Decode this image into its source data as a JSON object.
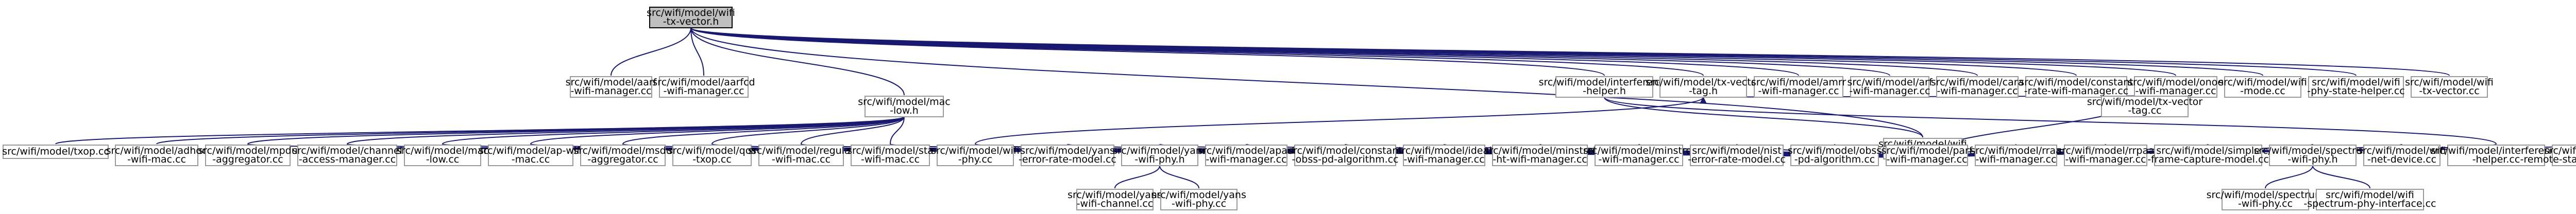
{
  "graph": {
    "root": "wifi-vector-h",
    "nodes": [
      {
        "id": "wifi-vector-h",
        "label": [
          "src/wifi/model/wifi",
          "-tx-vector.h"
        ],
        "root": true
      },
      {
        "id": "aarf-wifi-manager-cc",
        "label": [
          "src/wifi/model/aarf",
          "-wifi-manager.cc"
        ]
      },
      {
        "id": "aarfcd-wifi-manager-cc",
        "label": [
          "src/wifi/model/aarfcd",
          "-wifi-manager.cc"
        ]
      },
      {
        "id": "mac-low-h",
        "label": [
          "src/wifi/model/mac",
          "-low.h"
        ]
      },
      {
        "id": "interference-helper-h",
        "label": [
          "src/wifi/model/interference",
          "-helper.h"
        ]
      },
      {
        "id": "tx-vector-tag-h",
        "label": [
          "src/wifi/model/tx-vector",
          "-tag.h"
        ]
      },
      {
        "id": "amrr-wifi-manager-cc",
        "label": [
          "src/wifi/model/amrr",
          "-wifi-manager.cc"
        ]
      },
      {
        "id": "arf-wifi-manager-cc",
        "label": [
          "src/wifi/model/arf",
          "-wifi-manager.cc"
        ]
      },
      {
        "id": "cara-wifi-manager-cc",
        "label": [
          "src/wifi/model/cara",
          "-wifi-manager.cc"
        ]
      },
      {
        "id": "constant-rate-wifi-manager-cc",
        "label": [
          "src/wifi/model/constant",
          "-rate-wifi-manager.cc"
        ]
      },
      {
        "id": "onoe-wifi-manager-cc",
        "label": [
          "src/wifi/model/onoe",
          "-wifi-manager.cc"
        ]
      },
      {
        "id": "wifi-mode-cc",
        "label": [
          "src/wifi/model/wifi",
          "-mode.cc"
        ]
      },
      {
        "id": "wifi-phy-state-helper-cc",
        "label": [
          "src/wifi/model/wifi",
          "-phy-state-helper.cc"
        ]
      },
      {
        "id": "wifi-tx-vector-cc",
        "label": [
          "src/wifi/model/wifi",
          "-tx-vector.cc"
        ]
      },
      {
        "id": "txop-cc",
        "label": [
          "src/wifi/model/txop.cc"
        ]
      },
      {
        "id": "adhoc-wifi-mac-cc",
        "label": [
          "src/wifi/model/adhoc",
          "-wifi-mac.cc"
        ]
      },
      {
        "id": "mpdu-aggregator-cc",
        "label": [
          "src/wifi/model/mpdu",
          "-aggregator.cc"
        ]
      },
      {
        "id": "channel-access-manager-cc",
        "label": [
          "src/wifi/model/channel",
          "-access-manager.cc"
        ]
      },
      {
        "id": "mac-low-cc",
        "label": [
          "src/wifi/model/mac",
          "-low.cc"
        ]
      },
      {
        "id": "ap-wifi-mac-cc",
        "label": [
          "src/wifi/model/ap-wifi",
          "-mac.cc"
        ]
      },
      {
        "id": "msdu-aggregator-cc",
        "label": [
          "src/wifi/model/msdu",
          "-aggregator.cc"
        ]
      },
      {
        "id": "qos-txop-cc",
        "label": [
          "src/wifi/model/qos",
          "-txop.cc"
        ]
      },
      {
        "id": "regular-wifi-mac-cc",
        "label": [
          "src/wifi/model/regular",
          "-wifi-mac.cc"
        ]
      },
      {
        "id": "sta-wifi-mac-cc",
        "label": [
          "src/wifi/model/sta",
          "-wifi-mac.cc"
        ]
      },
      {
        "id": "wifi-phy-h",
        "label": [
          "src/wifi/model/wifi",
          "-phy.h"
        ]
      },
      {
        "id": "tx-vector-tag-cc",
        "label": [
          "src/wifi/model/tx-vector",
          "-tag.cc"
        ]
      },
      {
        "id": "wifi-phy-cc",
        "label": [
          "src/wifi/model/wifi",
          "-phy.cc"
        ]
      },
      {
        "id": "yans-error-rate-model-cc",
        "label": [
          "src/wifi/model/yans",
          "-error-rate-model.cc"
        ]
      },
      {
        "id": "yans-wifi-phy-h",
        "label": [
          "src/wifi/model/yans",
          "-wifi-phy.h"
        ]
      },
      {
        "id": "aparf-wifi-manager-cc",
        "label": [
          "src/wifi/model/aparf",
          "-wifi-manager.cc"
        ]
      },
      {
        "id": "constant-obss-pd-algorithm-cc",
        "label": [
          "src/wifi/model/constant",
          "-obss-pd-algorithm.cc"
        ]
      },
      {
        "id": "ideal-wifi-manager-cc",
        "label": [
          "src/wifi/model/ideal",
          "-wifi-manager.cc"
        ]
      },
      {
        "id": "minstrel-ht-wifi-manager-cc",
        "label": [
          "src/wifi/model/minstrel",
          "-ht-wifi-manager.cc"
        ]
      },
      {
        "id": "minstrel-wifi-manager-cc",
        "label": [
          "src/wifi/model/minstrel",
          "-wifi-manager.cc"
        ]
      },
      {
        "id": "nist-error-rate-model-cc",
        "label": [
          "src/wifi/model/nist",
          "-error-rate-model.cc"
        ]
      },
      {
        "id": "obss-pd-algorithm-cc",
        "label": [
          "src/wifi/model/obss",
          "-pd-algorithm.cc"
        ]
      },
      {
        "id": "parf-wifi-manager-cc",
        "label": [
          "src/wifi/model/parf",
          "-wifi-manager.cc"
        ]
      },
      {
        "id": "rraa-wifi-manager-cc",
        "label": [
          "src/wifi/model/rraa",
          "-wifi-manager.cc"
        ]
      },
      {
        "id": "rrpaa-wifi-manager-cc",
        "label": [
          "src/wifi/model/rrpaa",
          "-wifi-manager.cc"
        ]
      },
      {
        "id": "simple-frame-capture-model-cc",
        "label": [
          "src/wifi/model/simple",
          "-frame-capture-model.cc"
        ]
      },
      {
        "id": "spectrum-wifi-phy-h",
        "label": [
          "src/wifi/model/spectrum",
          "-wifi-phy.h"
        ]
      },
      {
        "id": "wifi-net-device-cc",
        "label": [
          "src/wifi/model/wifi",
          "-net-device.cc"
        ]
      },
      {
        "id": "interference-helper-cc",
        "label": [
          "src/wifi/model/interference",
          "-helper.cc"
        ]
      },
      {
        "id": "wifi-remote-station-manager-cc",
        "label": [
          "src/wifi/model/wifi",
          "-remote-station-manager.cc"
        ]
      },
      {
        "id": "yans-wifi-channel-cc",
        "label": [
          "src/wifi/model/yans",
          "-wifi-channel.cc"
        ]
      },
      {
        "id": "yans-wifi-phy-cc",
        "label": [
          "src/wifi/model/yans",
          "-wifi-phy.cc"
        ]
      },
      {
        "id": "spectrum-wifi-phy-cc",
        "label": [
          "src/wifi/model/spectrum",
          "-wifi-phy.cc"
        ]
      },
      {
        "id": "wifi-spectrum-phy-interface-cc",
        "label": [
          "src/wifi/model/wifi",
          "-spectrum-phy-interface.cc"
        ]
      }
    ],
    "edges": [
      [
        "wifi-vector-h",
        "aarf-wifi-manager-cc"
      ],
      [
        "wifi-vector-h",
        "aarfcd-wifi-manager-cc"
      ],
      [
        "wifi-vector-h",
        "mac-low-h"
      ],
      [
        "wifi-vector-h",
        "interference-helper-h"
      ],
      [
        "wifi-vector-h",
        "tx-vector-tag-h"
      ],
      [
        "wifi-vector-h",
        "amrr-wifi-manager-cc"
      ],
      [
        "wifi-vector-h",
        "arf-wifi-manager-cc"
      ],
      [
        "wifi-vector-h",
        "cara-wifi-manager-cc"
      ],
      [
        "wifi-vector-h",
        "constant-rate-wifi-manager-cc"
      ],
      [
        "wifi-vector-h",
        "onoe-wifi-manager-cc"
      ],
      [
        "wifi-vector-h",
        "wifi-mode-cc"
      ],
      [
        "wifi-vector-h",
        "wifi-phy-state-helper-cc"
      ],
      [
        "wifi-vector-h",
        "wifi-tx-vector-cc"
      ],
      [
        "wifi-vector-h",
        "wifi-phy-h"
      ],
      [
        "mac-low-h",
        "txop-cc"
      ],
      [
        "mac-low-h",
        "adhoc-wifi-mac-cc"
      ],
      [
        "mac-low-h",
        "mpdu-aggregator-cc"
      ],
      [
        "mac-low-h",
        "channel-access-manager-cc"
      ],
      [
        "mac-low-h",
        "mac-low-cc"
      ],
      [
        "mac-low-h",
        "ap-wifi-mac-cc"
      ],
      [
        "mac-low-h",
        "msdu-aggregator-cc"
      ],
      [
        "mac-low-h",
        "qos-txop-cc"
      ],
      [
        "mac-low-h",
        "regular-wifi-mac-cc"
      ],
      [
        "mac-low-h",
        "sta-wifi-mac-cc"
      ],
      [
        "interference-helper-h",
        "wifi-phy-h"
      ],
      [
        "interference-helper-h",
        "interference-helper-cc"
      ],
      [
        "tx-vector-tag-h",
        "tx-vector-tag-cc"
      ],
      [
        "tx-vector-tag-h",
        "wifi-phy-cc"
      ],
      [
        "wifi-phy-h",
        "mpdu-aggregator-cc"
      ],
      [
        "wifi-phy-h",
        "channel-access-manager-cc"
      ],
      [
        "wifi-phy-h",
        "mac-low-cc"
      ],
      [
        "wifi-phy-h",
        "ap-wifi-mac-cc"
      ],
      [
        "wifi-phy-h",
        "msdu-aggregator-cc"
      ],
      [
        "wifi-phy-h",
        "qos-txop-cc"
      ],
      [
        "wifi-phy-h",
        "regular-wifi-mac-cc"
      ],
      [
        "wifi-phy-h",
        "sta-wifi-mac-cc"
      ],
      [
        "wifi-phy-h",
        "wifi-phy-cc"
      ],
      [
        "wifi-phy-h",
        "yans-error-rate-model-cc"
      ],
      [
        "wifi-phy-h",
        "yans-wifi-phy-h"
      ],
      [
        "wifi-phy-h",
        "aparf-wifi-manager-cc"
      ],
      [
        "wifi-phy-h",
        "constant-obss-pd-algorithm-cc"
      ],
      [
        "wifi-phy-h",
        "ideal-wifi-manager-cc"
      ],
      [
        "wifi-phy-h",
        "minstrel-ht-wifi-manager-cc"
      ],
      [
        "wifi-phy-h",
        "minstrel-wifi-manager-cc"
      ],
      [
        "wifi-phy-h",
        "nist-error-rate-model-cc"
      ],
      [
        "wifi-phy-h",
        "obss-pd-algorithm-cc"
      ],
      [
        "wifi-phy-h",
        "parf-wifi-manager-cc"
      ],
      [
        "wifi-phy-h",
        "rraa-wifi-manager-cc"
      ],
      [
        "wifi-phy-h",
        "rrpaa-wifi-manager-cc"
      ],
      [
        "wifi-phy-h",
        "simple-frame-capture-model-cc"
      ],
      [
        "wifi-phy-h",
        "spectrum-wifi-phy-h"
      ],
      [
        "wifi-phy-h",
        "wifi-net-device-cc"
      ],
      [
        "wifi-phy-h",
        "interference-helper-cc"
      ],
      [
        "wifi-phy-h",
        "wifi-remote-station-manager-cc"
      ],
      [
        "wifi-phy-h",
        "tx-vector-tag-cc"
      ],
      [
        "yans-wifi-phy-h",
        "yans-wifi-channel-cc"
      ],
      [
        "yans-wifi-phy-h",
        "yans-wifi-phy-cc"
      ],
      [
        "spectrum-wifi-phy-h",
        "spectrum-wifi-phy-cc"
      ],
      [
        "spectrum-wifi-phy-h",
        "wifi-spectrum-phy-interface-cc"
      ]
    ]
  },
  "colors": {
    "edge": "#191970",
    "node_border": "#999999",
    "root_fill": "#bfbfbf",
    "root_border": "#000000",
    "node_fill": "#ffffff"
  }
}
